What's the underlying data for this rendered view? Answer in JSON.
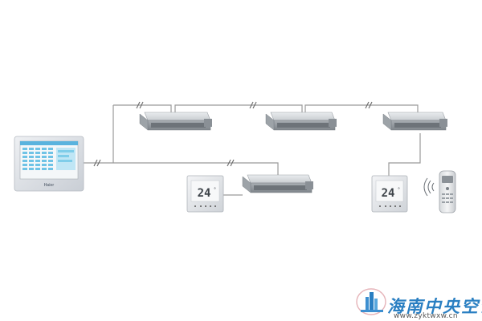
{
  "central_controller": {
    "brand": "Haier"
  },
  "wired_controllers": [
    {
      "display": "24"
    },
    {
      "display": "24"
    }
  ],
  "watermark": {
    "text": "海南中央空调",
    "url": "www.zyktwxw.cn",
    "text_color": "#2a7fc2"
  },
  "colors": {
    "wire": "#9a9a9a",
    "controller_frame": "#d9dde3",
    "controller_screen": "#5cc6e8",
    "unit_body": "#c8ccd0"
  }
}
